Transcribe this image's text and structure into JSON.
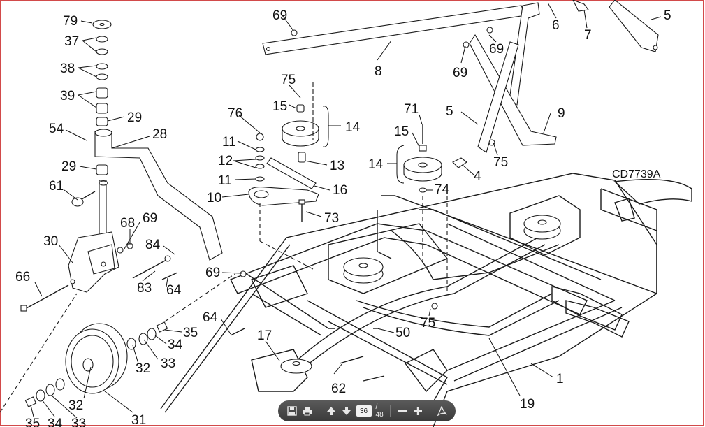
{
  "diagram": {
    "code": "CD7739A",
    "callouts": [
      "79",
      "37",
      "38",
      "39",
      "29",
      "54",
      "28",
      "29",
      "61",
      "30",
      "68",
      "69",
      "84",
      "66",
      "83",
      "64",
      "69",
      "76",
      "11",
      "12",
      "11",
      "10",
      "73",
      "16",
      "13",
      "75",
      "15",
      "14",
      "71",
      "15",
      "14",
      "74",
      "4",
      "5",
      "9",
      "75",
      "69",
      "8",
      "6",
      "7",
      "5",
      "69",
      "69",
      "64",
      "17",
      "50",
      "75",
      "35",
      "34",
      "33",
      "32",
      "32",
      "31",
      "35",
      "34",
      "33",
      "62",
      "19",
      "1"
    ]
  },
  "viewer_toolbar": {
    "save_icon": "save-icon",
    "print_icon": "print-icon",
    "prev_icon": "arrow-up-icon",
    "next_icon": "arrow-down-icon",
    "current_page": "36",
    "total_pages": "/ 48",
    "zoom_out_icon": "minus-icon",
    "zoom_in_icon": "plus-icon",
    "acrobat_icon": "acrobat-icon"
  }
}
